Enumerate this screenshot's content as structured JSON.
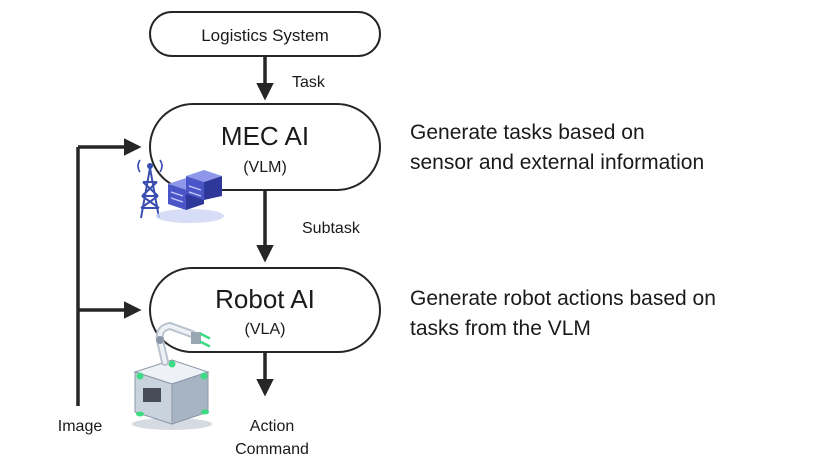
{
  "nodes": {
    "logistics": {
      "label": "Logistics System"
    },
    "mec": {
      "title": "MEC AI",
      "subtitle": "(VLM)"
    },
    "robot": {
      "title": "Robot AI",
      "subtitle": "(VLA)"
    }
  },
  "edges": {
    "task": "Task",
    "subtask": "Subtask",
    "action_line1": "Action",
    "action_line2": "Command",
    "image": "Image"
  },
  "descriptions": {
    "mec_line1": "Generate tasks based on",
    "mec_line2": "sensor and external information",
    "robot_line1": "Generate robot actions based on",
    "robot_line2": "tasks from the VLM"
  },
  "icons": {
    "mec": "cell-tower-server-icon",
    "robot": "robot-arm-icon"
  },
  "colors": {
    "line": "#262626",
    "node_border": "#262626",
    "server_blue": "#4a55c8",
    "robot_green": "#3ddc84",
    "robot_gray": "#8a97a8"
  }
}
